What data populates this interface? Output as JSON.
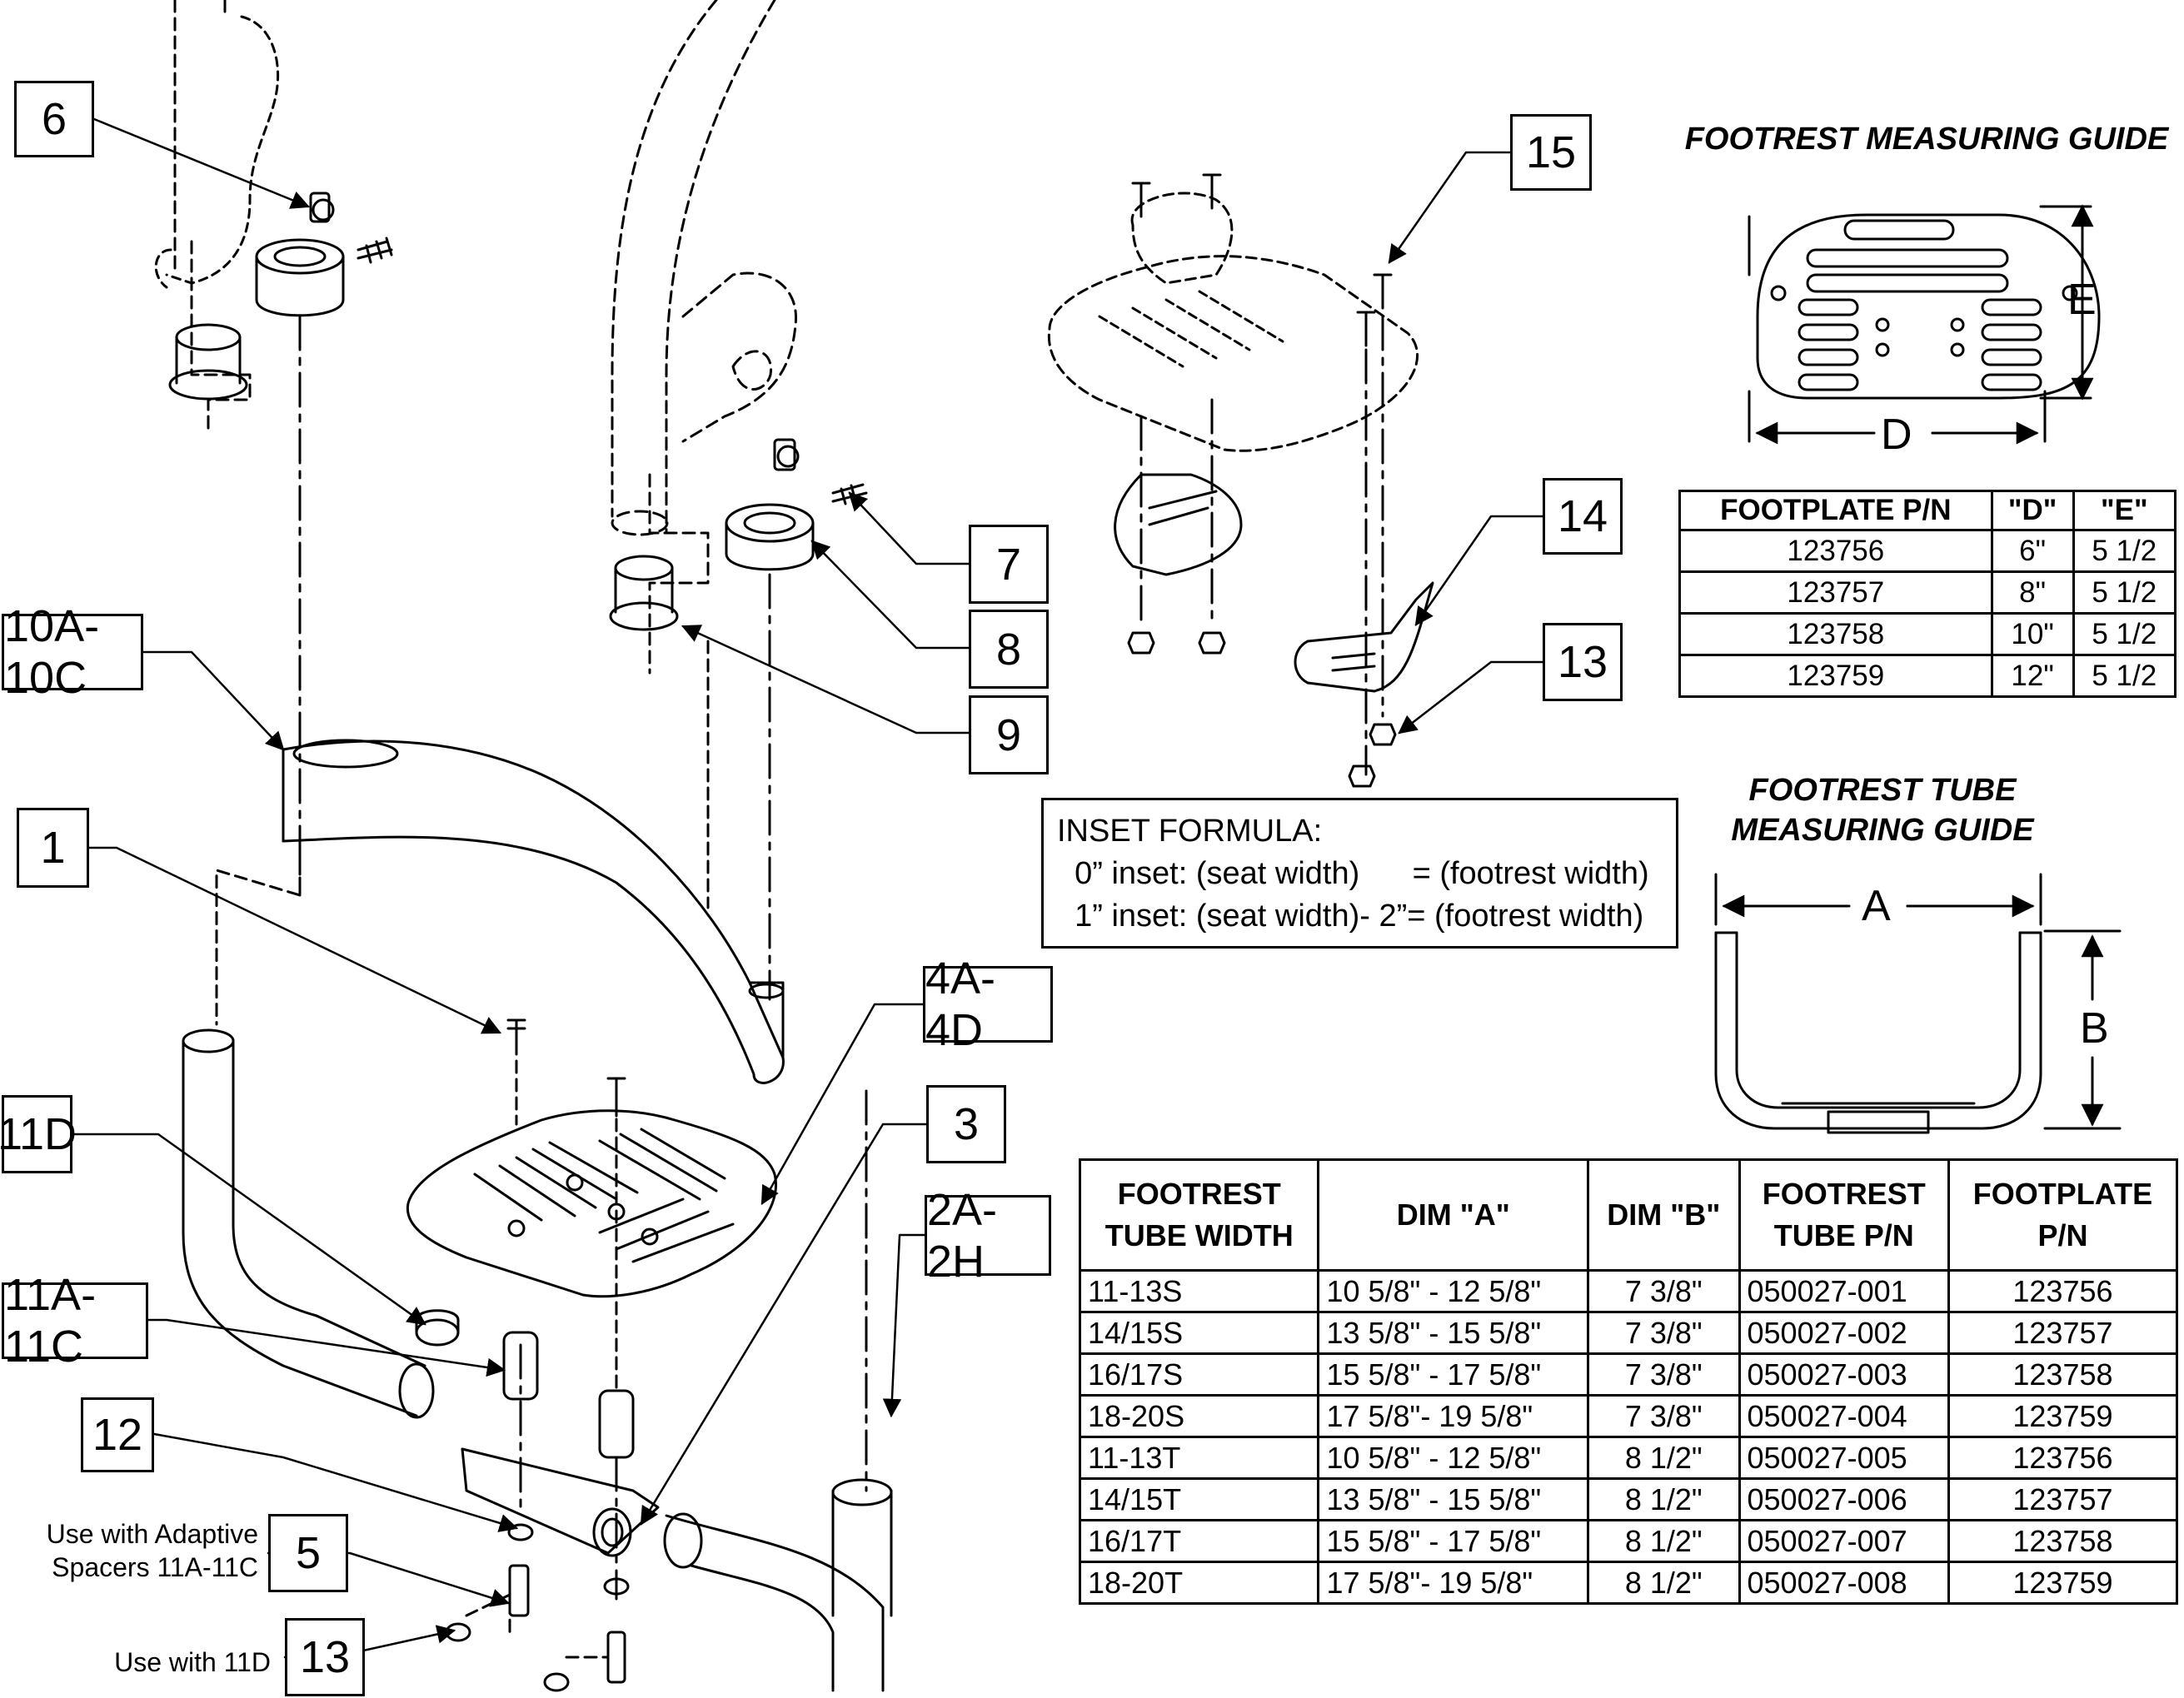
{
  "callouts": {
    "c6": "6",
    "c15": "15",
    "c7": "7",
    "c8": "8",
    "c9": "9",
    "c10": "10A-10C",
    "c14": "14",
    "c13a": "13",
    "c1": "1",
    "c4": "4A-4D",
    "c3": "3",
    "c11d": "11D",
    "c2": "2A-2H",
    "c11a": "11A-11C",
    "c12": "12",
    "c5": "5",
    "c13b": "13"
  },
  "notes": {
    "adaptive": "Use with Adaptive\nSpacers 11A-11C",
    "use11d": "Use with 11D"
  },
  "inset_formula": {
    "title": "INSET FORMULA:",
    "line1": "  0” inset: (seat width)      = (footrest width)",
    "line2": "  1” inset: (seat width)- 2”= (footrest width)"
  },
  "footrest_guide": {
    "title": "FOOTREST MEASURING GUIDE",
    "dim_d": "D",
    "dim_e": "E",
    "headers": [
      "FOOTPLATE P/N",
      "\"D\"",
      "\"E\""
    ],
    "rows": [
      [
        "123756",
        "6\"",
        "5 1/2"
      ],
      [
        "123757",
        "8\"",
        "5 1/2"
      ],
      [
        "123758",
        "10\"",
        "5 1/2"
      ],
      [
        "123759",
        "12\"",
        "5 1/2"
      ]
    ]
  },
  "tube_guide": {
    "title_line1": "FOOTREST TUBE",
    "title_line2": "MEASURING GUIDE",
    "dim_a": "A",
    "dim_b": "B",
    "headers": [
      [
        "FOOTREST",
        "TUBE WIDTH"
      ],
      [
        "DIM \"A\""
      ],
      [
        "DIM \"B\""
      ],
      [
        "FOOTREST",
        "TUBE P/N"
      ],
      [
        "FOOTPLATE",
        "P/N"
      ]
    ],
    "rows": [
      [
        "11-13S",
        "10 5/8\" - 12 5/8\"",
        "7 3/8\"",
        "050027-001",
        "123756"
      ],
      [
        "14/15S",
        "13 5/8\" - 15 5/8\"",
        "7 3/8\"",
        "050027-002",
        "123757"
      ],
      [
        "16/17S",
        "15 5/8\" - 17 5/8\"",
        "7 3/8\"",
        "050027-003",
        "123758"
      ],
      [
        "18-20S",
        "17 5/8\"- 19 5/8\"",
        "7 3/8\"",
        "050027-004",
        "123759"
      ],
      [
        "11-13T",
        "10 5/8\" - 12 5/8\"",
        "8 1/2\"",
        "050027-005",
        "123756"
      ],
      [
        "14/15T",
        "13 5/8\" - 15 5/8\"",
        "8 1/2\"",
        "050027-006",
        "123757"
      ],
      [
        "16/17T",
        "15 5/8\" - 17 5/8\"",
        "8 1/2\"",
        "050027-007",
        "123758"
      ],
      [
        "18-20T",
        "17 5/8\"- 19 5/8\"",
        "8 1/2\"",
        "050027-008",
        "123759"
      ]
    ]
  }
}
